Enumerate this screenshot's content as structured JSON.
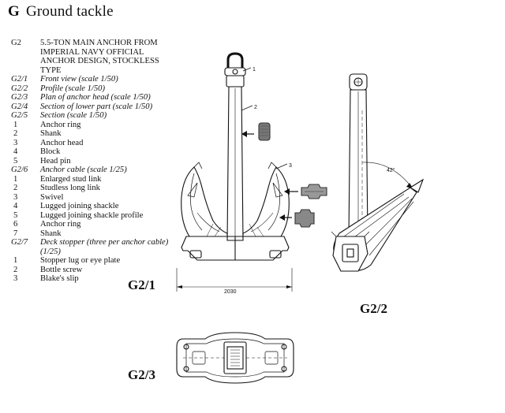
{
  "header": {
    "letter": "G",
    "title": "Ground tackle"
  },
  "legend": [
    {
      "code": "G2",
      "text": "5.5-TON MAIN ANCHOR FROM",
      "style": "caps"
    },
    {
      "code": "",
      "text": "IMPERIAL NAVY OFFICIAL",
      "style": "caps"
    },
    {
      "code": "",
      "text": "ANCHOR DESIGN, STOCKLESS",
      "style": "caps"
    },
    {
      "code": "",
      "text": "TYPE",
      "style": "caps"
    },
    {
      "code": "G2/1",
      "text": "Front view (scale 1/50)",
      "style": "italic"
    },
    {
      "code": "G2/2",
      "text": "Profile (scale 1/50)",
      "style": "italic"
    },
    {
      "code": "G2/3",
      "text": "Plan of anchor head (scale 1/50)",
      "style": "italic"
    },
    {
      "code": "G2/4",
      "text": "Section of lower part (scale 1/50)",
      "style": "italic"
    },
    {
      "code": "G2/5",
      "text": "Section (scale 1/50)",
      "style": "italic"
    },
    {
      "code": "1",
      "text": "Anchor ring",
      "style": "num"
    },
    {
      "code": "2",
      "text": "Shank",
      "style": "num"
    },
    {
      "code": "3",
      "text": "Anchor head",
      "style": "num"
    },
    {
      "code": "4",
      "text": "Block",
      "style": "num"
    },
    {
      "code": "5",
      "text": "Head pin",
      "style": "num"
    },
    {
      "code": "G2/6",
      "text": "Anchor cable (scale 1/25)",
      "style": "italic"
    },
    {
      "code": "1",
      "text": "Enlarged stud link",
      "style": "num"
    },
    {
      "code": "2",
      "text": "Studless long link",
      "style": "num"
    },
    {
      "code": "3",
      "text": "Swivel",
      "style": "num"
    },
    {
      "code": "4",
      "text": "Lugged joining shackle",
      "style": "num"
    },
    {
      "code": "5",
      "text": "Lugged joining shackle profile",
      "style": "num"
    },
    {
      "code": "6",
      "text": "Anchor ring",
      "style": "num"
    },
    {
      "code": "7",
      "text": "Shank",
      "style": "num"
    },
    {
      "code": "G2/7",
      "text": "Deck stopper (three per anchor cable)",
      "style": "italic"
    },
    {
      "code": "",
      "text": "(1/25)",
      "style": "italic"
    },
    {
      "code": "1",
      "text": "Stopper lug or eye plate",
      "style": "num"
    },
    {
      "code": "2",
      "text": "Bottle screw",
      "style": "num"
    },
    {
      "code": "3",
      "text": "Blake's slip",
      "style": "num"
    }
  ],
  "figures": {
    "front": {
      "label": "G2/1",
      "dimension": "2030",
      "callouts": [
        "1",
        "2",
        "3"
      ]
    },
    "profile": {
      "label": "G2/2",
      "angle": "42°"
    },
    "plan": {
      "label": "G2/3"
    }
  }
}
